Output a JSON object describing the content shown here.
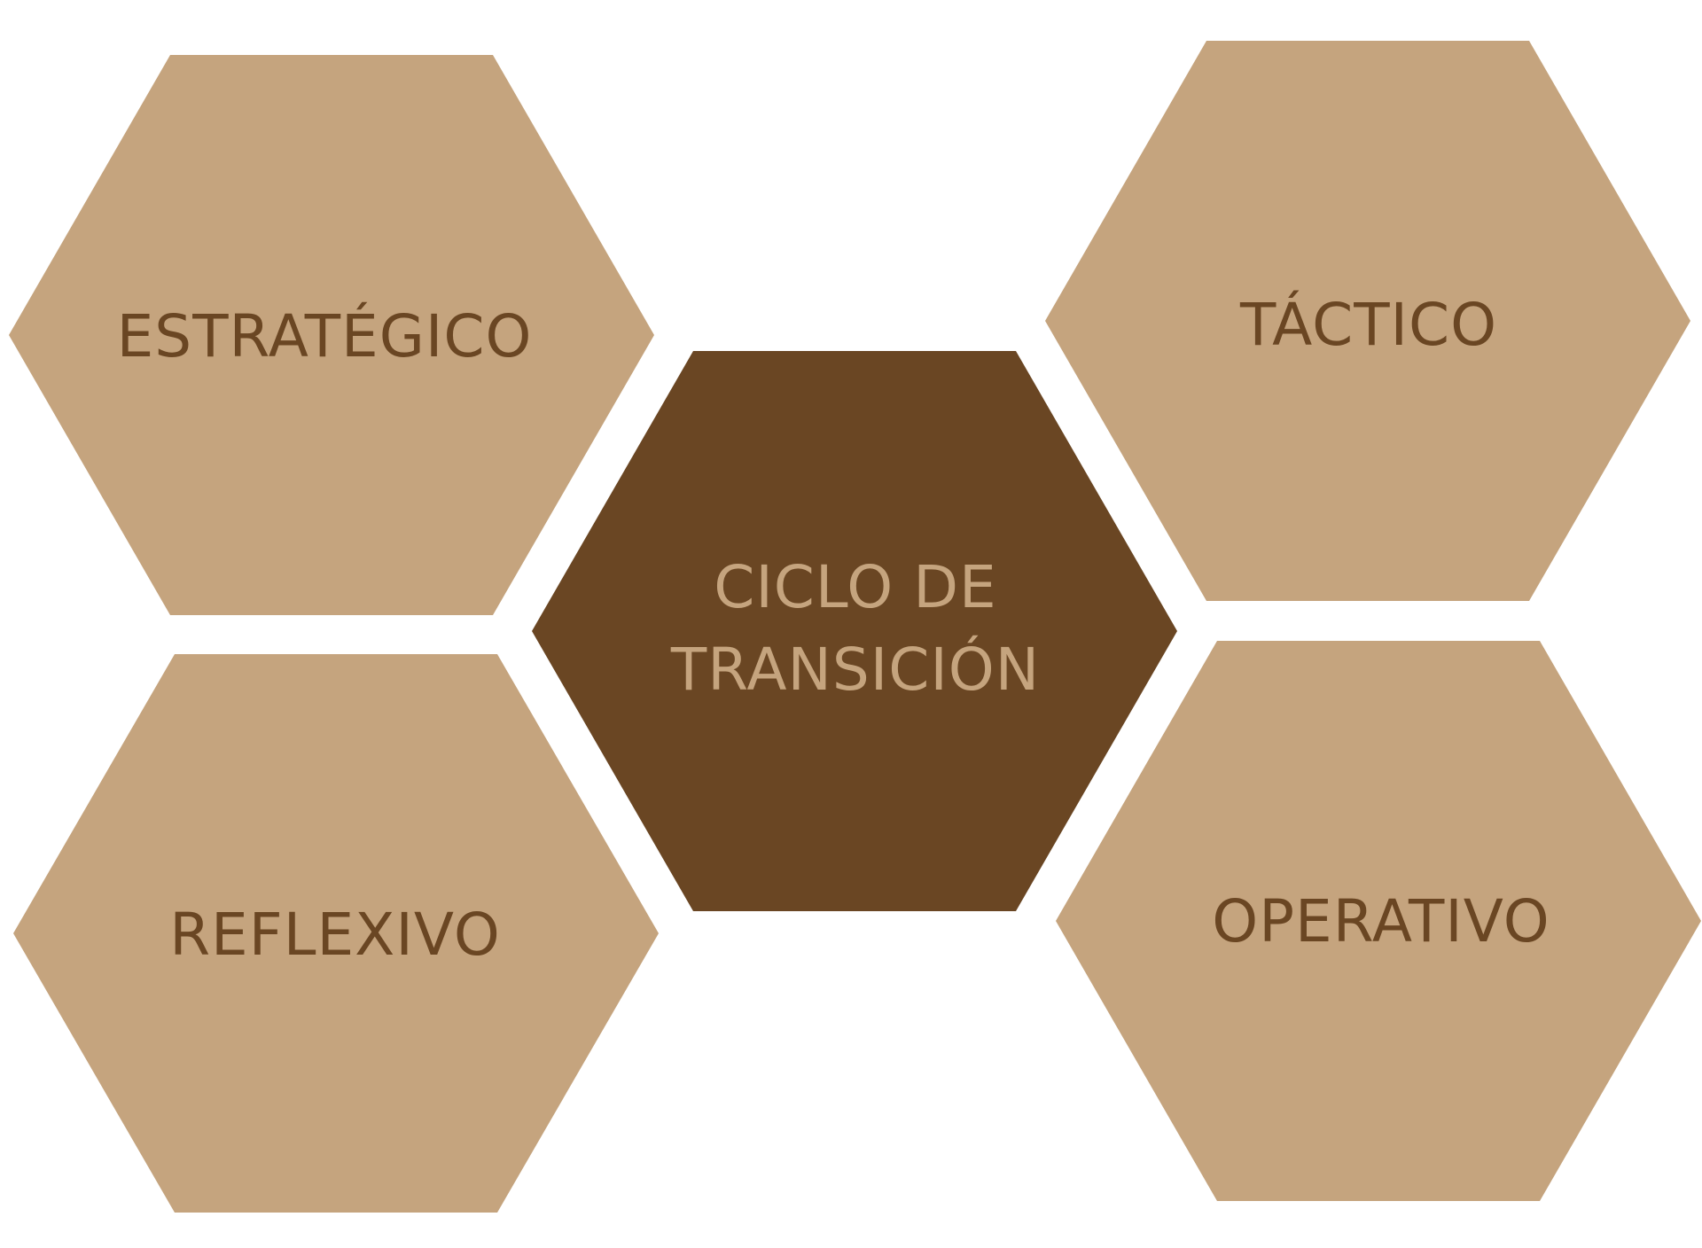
{
  "diagram": {
    "colors": {
      "background": "#ffffff",
      "outer_fill": "#c5a47e",
      "outer_text": "#6a4623",
      "center_fill": "#6a4623",
      "center_text": "#c5a47e"
    },
    "center": {
      "line1": "CICLO DE",
      "line2": "TRANSICIÓN"
    },
    "nodes": {
      "estrategico": "ESTRATÉGICO",
      "tactico": "TÁCTICO",
      "reflexivo": "REFLEXIVO",
      "operativo": "OPERATIVO"
    }
  }
}
